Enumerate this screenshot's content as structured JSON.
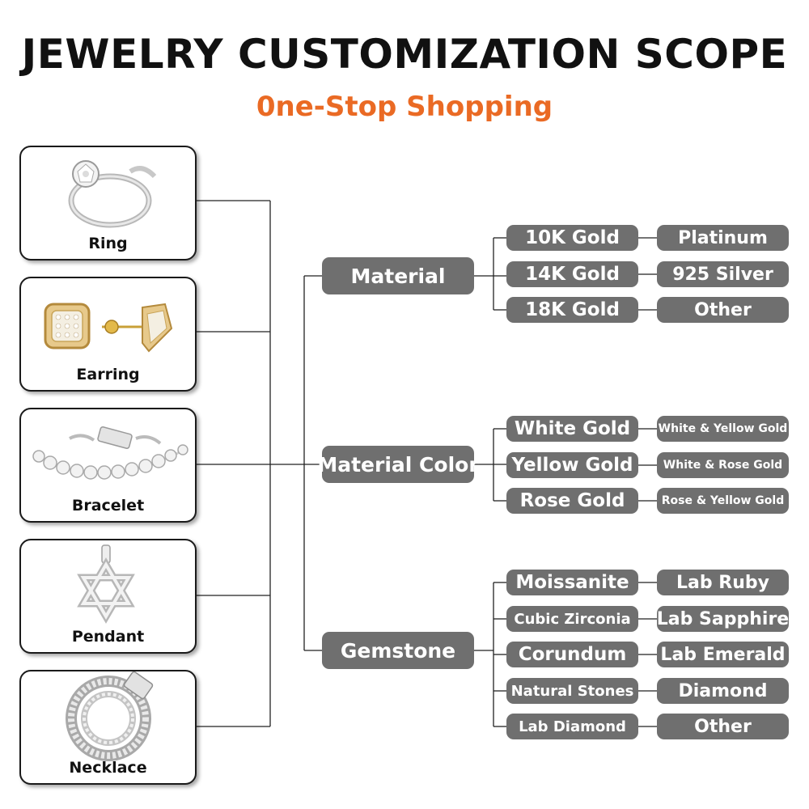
{
  "header": {
    "title": "JEWELRY CUSTOMIZATION SCOPE",
    "subtitle": "0ne-Stop Shopping"
  },
  "colors": {
    "accent": "#ea6a24",
    "pill": "#6f6f6f",
    "line": "#222222"
  },
  "products": [
    {
      "label": "Ring",
      "icon": "ring-icon"
    },
    {
      "label": "Earring",
      "icon": "earring-icon"
    },
    {
      "label": "Bracelet",
      "icon": "bracelet-icon"
    },
    {
      "label": "Pendant",
      "icon": "pendant-icon"
    },
    {
      "label": "Necklace",
      "icon": "necklace-icon"
    }
  ],
  "categories": [
    {
      "label": "Material",
      "options": [
        [
          "10K Gold",
          "Platinum"
        ],
        [
          "14K Gold",
          "925 Silver"
        ],
        [
          "18K Gold",
          "Other"
        ]
      ]
    },
    {
      "label": "Material Color",
      "options": [
        [
          "White Gold",
          "White & Yellow Gold"
        ],
        [
          "Yellow Gold",
          "White & Rose Gold"
        ],
        [
          "Rose Gold",
          "Rose & Yellow Gold"
        ]
      ]
    },
    {
      "label": "Gemstone",
      "options": [
        [
          "Moissanite",
          "Lab Ruby"
        ],
        [
          "Cubic Zirconia",
          "Lab Sapphire"
        ],
        [
          "Corundum",
          "Lab Emerald"
        ],
        [
          "Natural Stones",
          "Diamond"
        ],
        [
          "Lab Diamond",
          "Other"
        ]
      ]
    }
  ]
}
